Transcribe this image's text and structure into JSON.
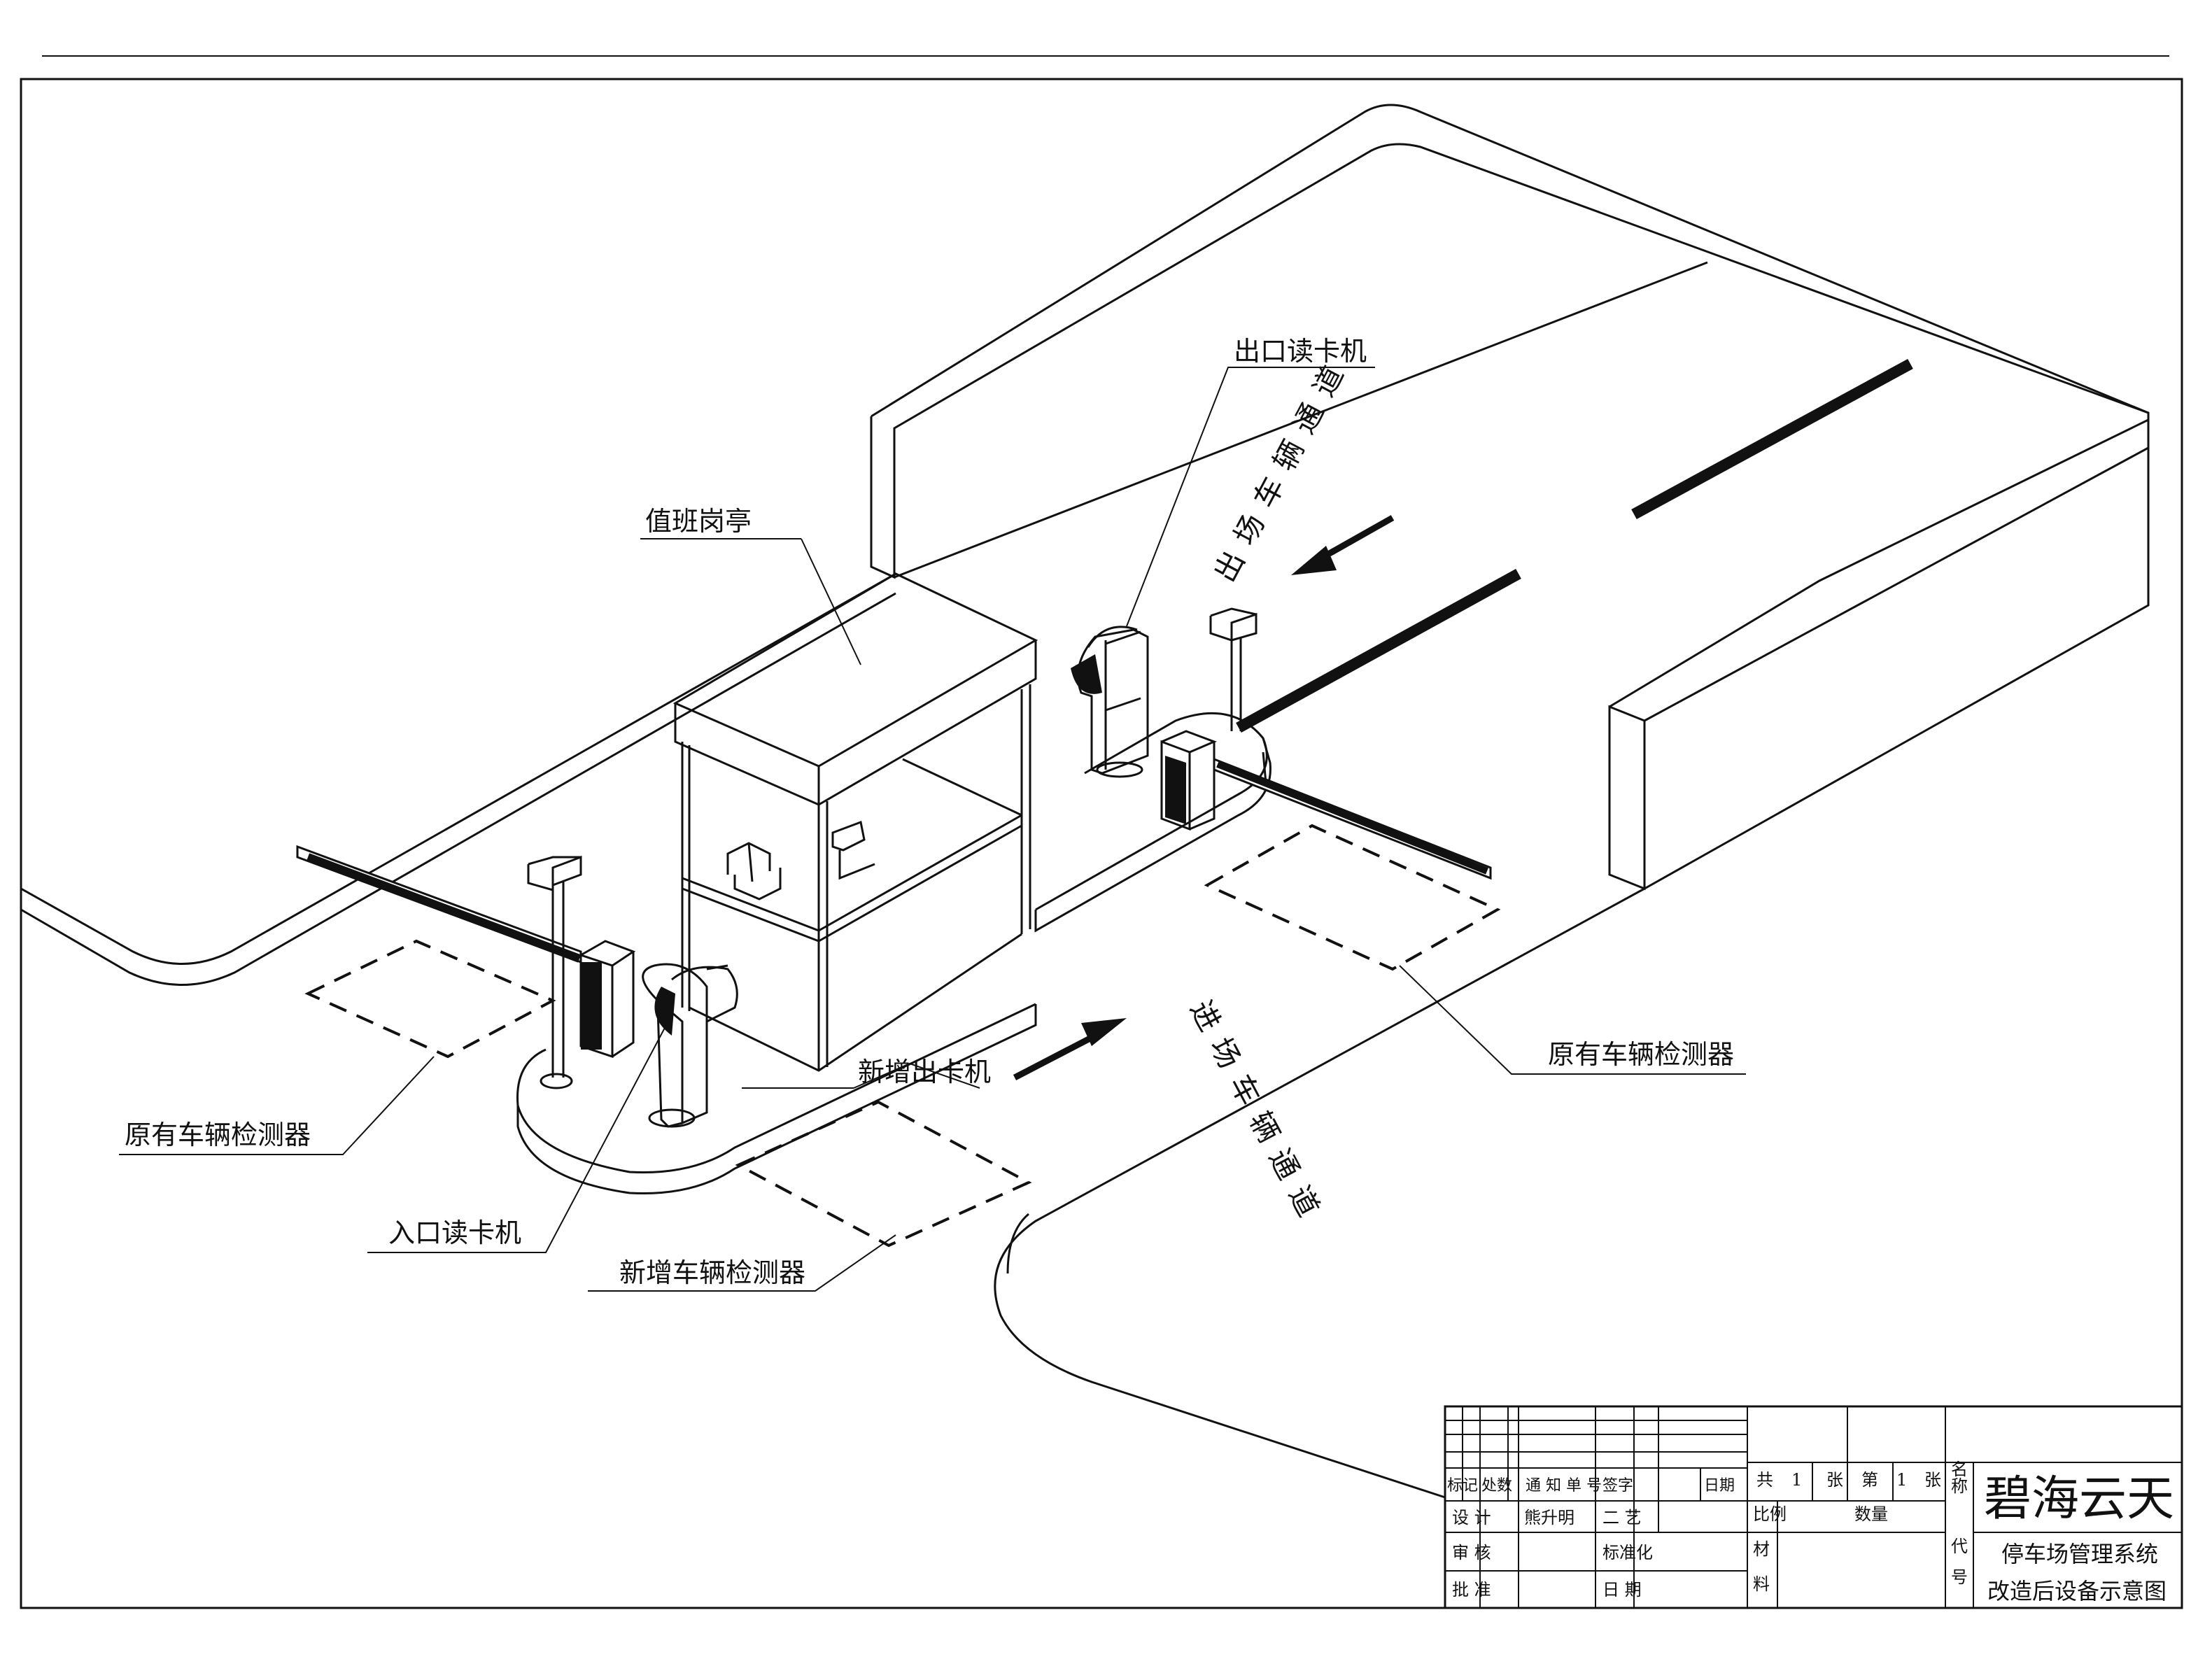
{
  "labels": {
    "exit_reader": "出口读卡机",
    "guard_booth": "值班岗亭",
    "exit_lane": "出场车辆通道",
    "entry_lane": "进场车辆通道",
    "new_exit_reader": "新增出卡机",
    "orig_detector_right": "原有车辆检测器",
    "orig_detector_left": "原有车辆检测器",
    "entry_reader": "入口读卡机",
    "new_detector": "新增车辆检测器"
  },
  "title_block": {
    "rev_headers": [
      "标记",
      "处数",
      "通 知 单 号",
      "签字",
      "日期"
    ],
    "design_label": "设 计",
    "designer": "熊升明",
    "process_label": "二 艺",
    "review_label": "审 核",
    "standard_label": "标准化",
    "approve_label": "批 准",
    "date_label": "日 期",
    "total_label": "共",
    "total_value": "1",
    "sheet_unit": "张",
    "sheet_label": "第",
    "sheet_value": "1",
    "sheet_unit2": "张",
    "scale_label": "比例",
    "qty_label": "数量",
    "material_label": "材 料",
    "name_label": "名 称",
    "code_label": "代 号",
    "company": "碧海云天",
    "drawing_title_1": "停车场管理系统",
    "drawing_title_2": "改造后设备示意图"
  }
}
